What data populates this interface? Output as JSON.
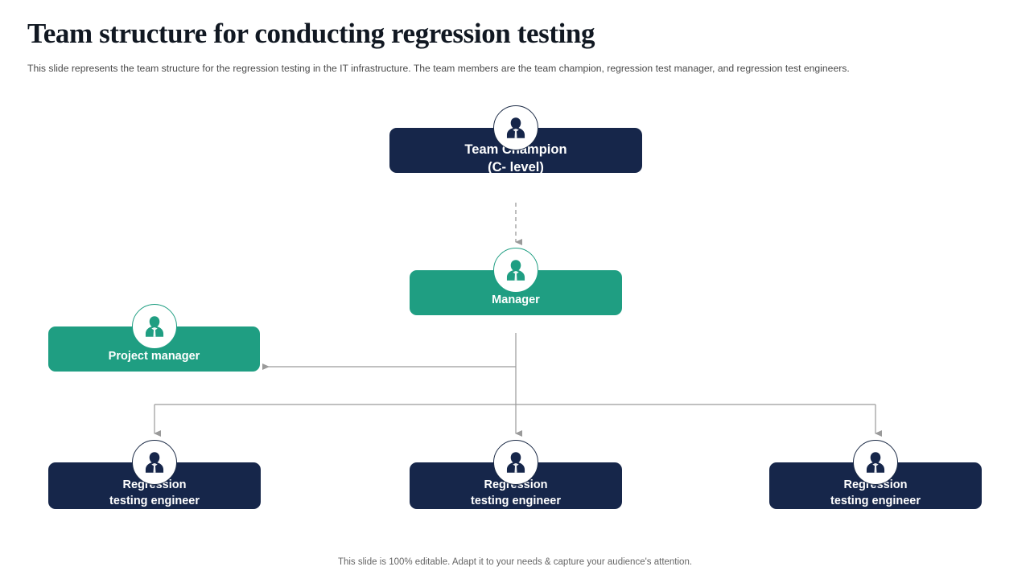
{
  "header": {
    "title": "Team structure for conducting regression testing",
    "subtitle": "This slide represents the team structure for the regression testing in the IT infrastructure. The team members are the team champion, regression test manager, and regression test engineers."
  },
  "colors": {
    "navy": "#16264a",
    "teal": "#1f9e82",
    "connector": "#9a9a9a",
    "title": "#111822",
    "subtitle": "#4a4a4a",
    "footer": "#666666"
  },
  "chart_data": {
    "type": "org-chart",
    "title": "Team structure for conducting regression testing",
    "nodes": [
      {
        "id": "team-champion",
        "label_line1": "Team Champion",
        "label_line2": "(C- level)",
        "color": "navy",
        "icon": "person-avatar-icon",
        "level": 0
      },
      {
        "id": "manager",
        "label_line1": "Manager",
        "label_line2": "",
        "color": "teal",
        "icon": "person-avatar-icon",
        "level": 1
      },
      {
        "id": "project-manager",
        "label_line1": "Project manager",
        "label_line2": "",
        "color": "teal",
        "icon": "person-avatar-icon",
        "level": 2
      },
      {
        "id": "engineer-1",
        "label_line1": "Regression",
        "label_line2": "testing engineer",
        "color": "navy",
        "icon": "person-avatar-icon",
        "level": 3
      },
      {
        "id": "engineer-2",
        "label_line1": "Regression",
        "label_line2": "testing engineer",
        "color": "navy",
        "icon": "person-avatar-icon",
        "level": 3
      },
      {
        "id": "engineer-3",
        "label_line1": "Regression",
        "label_line2": "testing engineer",
        "color": "navy",
        "icon": "person-avatar-icon",
        "level": 3
      }
    ],
    "edges": [
      {
        "from": "team-champion",
        "to": "manager",
        "style": "dashed",
        "arrow": "down"
      },
      {
        "from": "manager",
        "to": "project-manager",
        "style": "solid",
        "arrow": "left"
      },
      {
        "from": "manager",
        "to": "engineer-1",
        "style": "solid",
        "arrow": "down"
      },
      {
        "from": "manager",
        "to": "engineer-2",
        "style": "solid",
        "arrow": "down"
      },
      {
        "from": "manager",
        "to": "engineer-3",
        "style": "solid",
        "arrow": "down"
      }
    ]
  },
  "footer": {
    "note": "This slide is 100% editable. Adapt it to your needs & capture your audience's attention."
  }
}
